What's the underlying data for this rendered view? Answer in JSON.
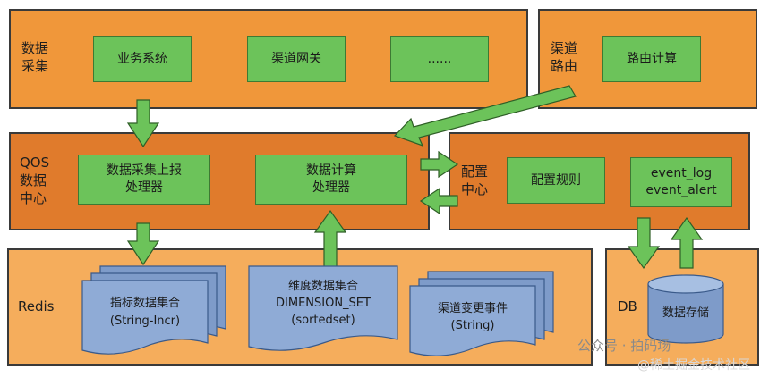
{
  "regions": {
    "collect": {
      "label": "数据\n采集",
      "boxes": [
        "业务系统",
        "渠道网关",
        "......"
      ]
    },
    "route": {
      "label": "渠道\n路由",
      "box": "路由计算"
    },
    "qos": {
      "label": "QOS\n数据\n中心",
      "boxes": [
        "数据采集上报\n处理器",
        "数据计算\n处理器"
      ]
    },
    "config": {
      "label": "配置\n中心",
      "boxes": [
        "配置规则",
        "event_log\nevent_alert"
      ]
    },
    "redis": {
      "label": "Redis",
      "docs": [
        [
          "指标数据集合",
          "(String-Incr)"
        ],
        [
          "维度数据集合",
          "DIMENSION_SET",
          "(sortedset)"
        ],
        [
          "渠道变更事件",
          "(String)"
        ]
      ]
    },
    "db": {
      "label": "DB",
      "cylinder": "数据存储"
    }
  },
  "watermarks": [
    "公众号 · 拍码场",
    "@稀土掘金技术社区"
  ],
  "colors": {
    "orange": "#f0973a",
    "dark_orange": "#e07b2c",
    "light_orange": "#f5ad5c",
    "green": "#6cc35a",
    "blue": "#7e9bc9",
    "arrow": "#6cc35a"
  }
}
